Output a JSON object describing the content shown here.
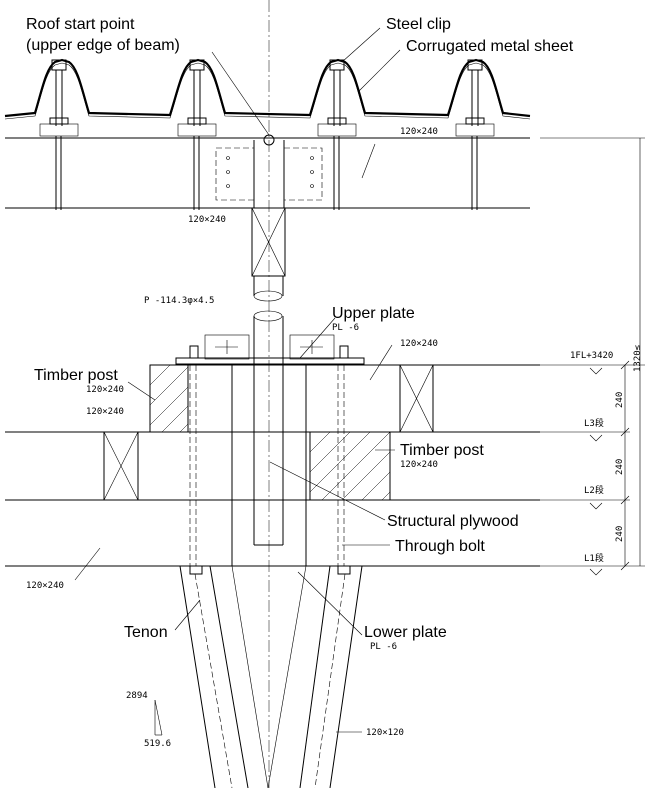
{
  "labels": {
    "roof_start_1": "Roof start point",
    "roof_start_2": "(upper edge of beam)",
    "steel_clip": "Steel clip",
    "corrugated": "Corrugated metal sheet",
    "upper_plate": "Upper plate",
    "timber_post_left": "Timber post",
    "timber_post_right": "Timber post",
    "structural_plywood": "Structural plywood",
    "through_bolt": "Through bolt",
    "tenon": "Tenon",
    "lower_plate": "Lower plate"
  },
  "dims": {
    "beam_top": "120×240",
    "beam_vertical": "120×240",
    "pipe": "P -114.3φ×4.5",
    "upper_plate_thk": "PL -6",
    "beam_mid": "120×240",
    "post_left_1": "120×240",
    "post_left_2": "120×240",
    "post_right": "120×240",
    "beam_bottom": "120×240",
    "lower_plate_thk": "PL -6",
    "strut": "120×120",
    "slope_rise": "2894",
    "slope_run": "519.6",
    "level_fl": "1FL+3420",
    "level_l3": "L3段",
    "level_l2": "L2段",
    "level_l1": "L1段",
    "dim_240_a": "240",
    "dim_240_b": "240",
    "dim_240_c": "240",
    "dim_total": "1320≤"
  }
}
